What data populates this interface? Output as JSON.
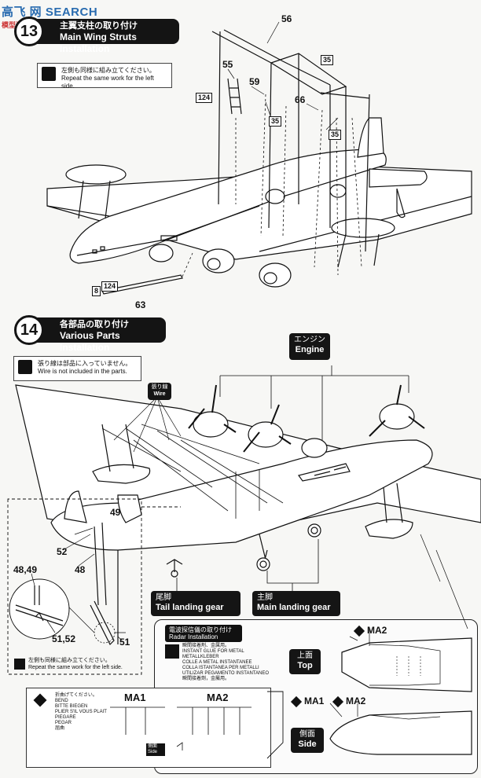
{
  "watermark": {
    "main": "高飞 网 SEARCH",
    "sub": "模型资讯网站"
  },
  "step13": {
    "number": "13",
    "title_jp": "主翼支柱の取り付け",
    "title_en": "Main Wing Struts Installation",
    "note_jp": "左側も同様に組み立てください。",
    "note_en": "Repeat the same work for the left side."
  },
  "step13_parts": {
    "p56": "56",
    "p55": "55",
    "p59": "59",
    "p66": "66",
    "p35a": "35",
    "p35b": "35",
    "p35c": "35",
    "p124a": "124",
    "p124b": "124",
    "p8": "8",
    "p63": "63"
  },
  "step14": {
    "number": "14",
    "title_jp": "各部品の取り付け",
    "title_en": "Various Parts Installation",
    "note_jp": "張り線は部品に入っていません。",
    "note_en": "Wire is not included in the parts."
  },
  "step14_labels": {
    "engine_jp": "エンジン",
    "engine_en": "Engine",
    "wire_jp": "張り線",
    "wire_en": "Wire",
    "tail_jp": "尾脚",
    "tail_en": "Tail landing gear",
    "main_jp": "主脚",
    "main_en": "Main landing gear"
  },
  "detail_box": {
    "p49": "49",
    "p52": "52",
    "p48": "48",
    "p4849": "48,49",
    "p5152": "51,52",
    "p51": "51",
    "note_jp": "左側も同様に組み立てください。",
    "note_en": "Repeat the same work for the left side."
  },
  "radar": {
    "title_jp": "電波探信儀の取り付け",
    "title_en": "Radar Installation",
    "glue_lines": [
      "瞬間接着剤、金属用。",
      "INSTANT GLUE FOR METAL",
      "METALLKLEBER",
      "COLLE A METAL INSTANTANEE",
      "COLLA ISTANTANEA PER METALLI",
      "UTILIZAR PEGAMENTO INSTANTANEO",
      "瞬間接着劑，金屬用。"
    ],
    "ma2_top": "MA2",
    "top_jp": "上面",
    "top_en": "Top",
    "ma1_side": "MA1",
    "ma2_side": "MA2",
    "side_jp": "側面",
    "side_en": "Side"
  },
  "bend": {
    "lines": [
      "折曲げてください。",
      "BEND",
      "BITTE BIEGEN",
      "PLIER S'IL VOUS PLAIT",
      "PIEGARE",
      "PEGAR",
      "屈曲"
    ],
    "ma1": "MA1",
    "ma2": "MA2",
    "side_tag": "側面 Side"
  }
}
